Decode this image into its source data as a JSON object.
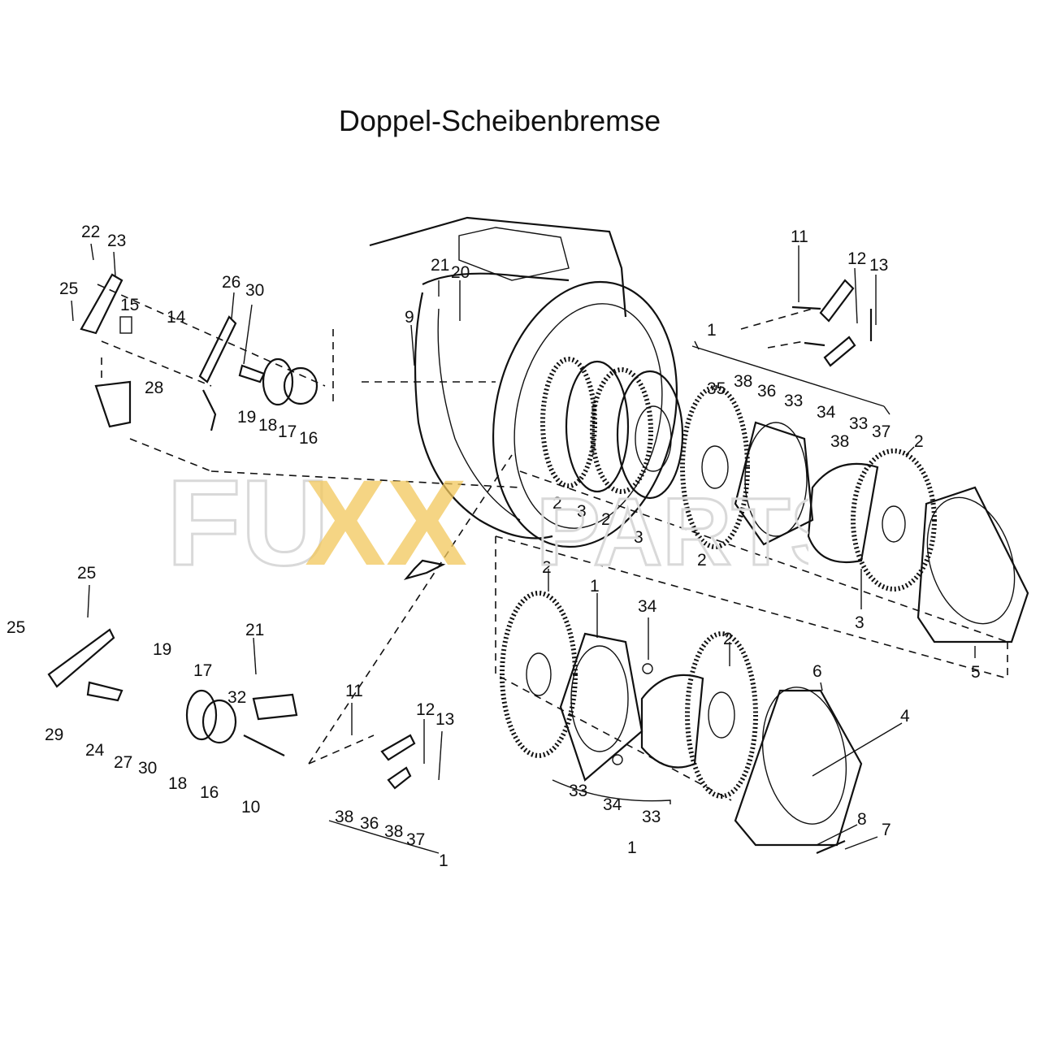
{
  "title": "Doppel-Scheibenbremse",
  "watermark": {
    "text_left": "FU",
    "text_mid": "XX",
    "text_right": "PARTS",
    "accent_color": "#f2c75b",
    "base_color": "#d9d9d9"
  },
  "callouts": [
    {
      "id": "c22a",
      "text": "22"
    },
    {
      "id": "c23",
      "text": "23"
    },
    {
      "id": "c25a",
      "text": "25"
    },
    {
      "id": "c15a",
      "text": "15"
    },
    {
      "id": "c14a",
      "text": "14"
    },
    {
      "id": "c28a",
      "text": "28"
    },
    {
      "id": "c26a",
      "text": "26"
    },
    {
      "id": "c30a",
      "text": "30"
    },
    {
      "id": "c19a",
      "text": "19"
    },
    {
      "id": "c18a",
      "text": "18"
    },
    {
      "id": "c17a",
      "text": "17"
    },
    {
      "id": "c16a",
      "text": "16"
    },
    {
      "id": "c21a",
      "text": "21"
    },
    {
      "id": "c20a",
      "text": "20"
    },
    {
      "id": "c9a",
      "text": "9"
    },
    {
      "id": "c11a",
      "text": "11"
    },
    {
      "id": "c12a",
      "text": "12"
    },
    {
      "id": "c13a",
      "text": "13"
    },
    {
      "id": "c1a",
      "text": "1"
    },
    {
      "id": "c35a",
      "text": "35"
    },
    {
      "id": "c38a",
      "text": "38"
    },
    {
      "id": "c36a",
      "text": "36"
    },
    {
      "id": "c33a",
      "text": "33"
    },
    {
      "id": "c34a",
      "text": "34"
    },
    {
      "id": "c38b",
      "text": "38"
    },
    {
      "id": "c33b",
      "text": "33"
    },
    {
      "id": "c37a",
      "text": "37"
    },
    {
      "id": "c2a",
      "text": "2"
    },
    {
      "id": "c3a",
      "text": "3"
    },
    {
      "id": "c2b",
      "text": "2"
    },
    {
      "id": "c3b",
      "text": "3"
    },
    {
      "id": "c2c",
      "text": "2"
    },
    {
      "id": "c2d",
      "text": "2"
    },
    {
      "id": "c3c",
      "text": "3"
    },
    {
      "id": "c5a",
      "text": "5"
    },
    {
      "id": "c25b",
      "text": "25"
    },
    {
      "id": "c25c",
      "text": "25"
    },
    {
      "id": "c19b",
      "text": "19"
    },
    {
      "id": "c17b",
      "text": "17"
    },
    {
      "id": "c21b",
      "text": "21"
    },
    {
      "id": "c32a",
      "text": "32"
    },
    {
      "id": "c29a",
      "text": "29"
    },
    {
      "id": "c24a",
      "text": "24"
    },
    {
      "id": "c27a",
      "text": "27"
    },
    {
      "id": "c30b",
      "text": "30"
    },
    {
      "id": "c18b",
      "text": "18"
    },
    {
      "id": "c16b",
      "text": "16"
    },
    {
      "id": "c10a",
      "text": "10"
    },
    {
      "id": "c11b",
      "text": "11"
    },
    {
      "id": "c12b",
      "text": "12"
    },
    {
      "id": "c13b",
      "text": "13"
    },
    {
      "id": "c38c",
      "text": "38"
    },
    {
      "id": "c36b",
      "text": "36"
    },
    {
      "id": "c38d",
      "text": "38"
    },
    {
      "id": "c37b",
      "text": "37"
    },
    {
      "id": "c1b",
      "text": "1"
    },
    {
      "id": "c2e",
      "text": "2"
    },
    {
      "id": "c1c",
      "text": "1"
    },
    {
      "id": "c34b",
      "text": "34"
    },
    {
      "id": "c2f",
      "text": "2"
    },
    {
      "id": "c6a",
      "text": "6"
    },
    {
      "id": "c4a",
      "text": "4"
    },
    {
      "id": "c33c",
      "text": "33"
    },
    {
      "id": "c34c",
      "text": "34"
    },
    {
      "id": "c33d",
      "text": "33"
    },
    {
      "id": "c1d",
      "text": "1"
    },
    {
      "id": "c8a",
      "text": "8"
    },
    {
      "id": "c7a",
      "text": "7"
    }
  ]
}
